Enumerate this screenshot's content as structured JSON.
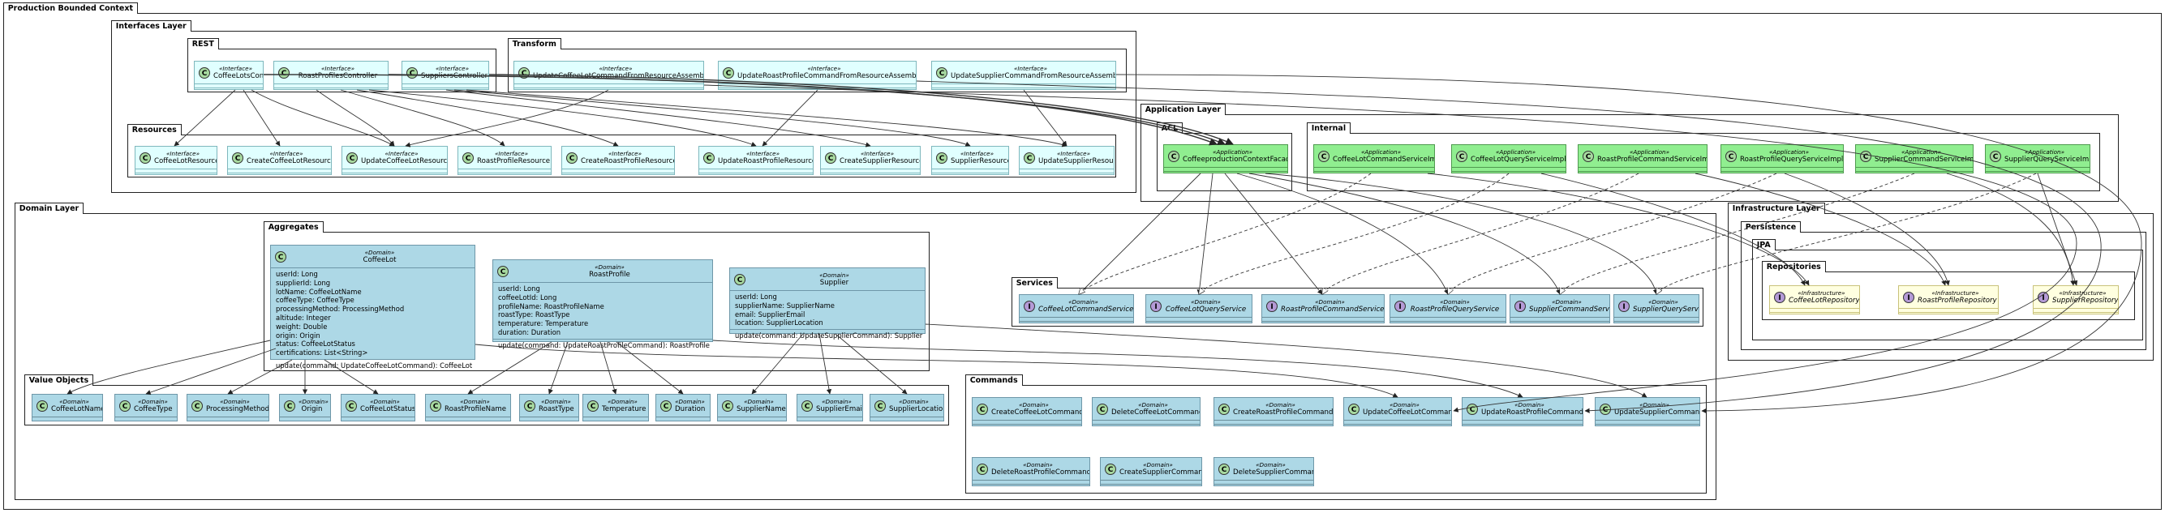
{
  "packages": {
    "root": "Production Bounded Context",
    "interfaces": "Interfaces Layer",
    "rest": "REST",
    "transform": "Transform",
    "resources": "Resources",
    "application": "Application Layer",
    "acl": "ACL",
    "internal": "Internal",
    "domain": "Domain Layer",
    "aggregates": "Aggregates",
    "services": "Services",
    "value_objects": "Value Objects",
    "commands": "Commands",
    "infrastructure": "Infrastructure Layer",
    "persistence": "Persistence",
    "jpa": "JPA",
    "repositories": "Repositories"
  },
  "stereotypes": {
    "interface": "«Interface»",
    "application": "«Application»",
    "domain": "«Domain»",
    "infrastructure": "«Infrastructure»"
  },
  "icons": {
    "class": "class-icon",
    "interface": "interface-icon",
    "class_letter": "C",
    "interface_letter": "I"
  },
  "colors": {
    "interface_fill": "#e0ffff",
    "application_fill": "#90ee90",
    "domain_fill": "#add8e6",
    "infrastructure_fill": "#ffffe0"
  },
  "rest": [
    "CoffeeLotsController",
    "RoastProfilesController",
    "SuppliersController"
  ],
  "transform": [
    "UpdateCoffeeLotCommandFromResourceAssembler",
    "UpdateRoastProfileCommandFromResourceAssembler",
    "UpdateSupplierCommandFromResourceAssembler"
  ],
  "resources": [
    "CoffeeLotResource",
    "CreateCoffeeLotResource",
    "UpdateCoffeeLotResource",
    "RoastProfileResource",
    "CreateRoastProfileResource",
    "UpdateRoastProfileResource",
    "CreateSupplierResource",
    "SupplierResource",
    "UpdateSupplierResource"
  ],
  "acl": [
    "CoffeeproductionContextFacade"
  ],
  "internal": [
    "CoffeeLotCommandServiceImpl",
    "CoffeeLotQueryServiceImpl",
    "RoastProfileCommandServiceImpl",
    "RoastProfileQueryServiceImpl",
    "SupplierCommandServiceImpl",
    "SupplierQueryServiceImpl"
  ],
  "aggregates": [
    {
      "name": "CoffeeLot",
      "attributes": [
        "userId: Long",
        "supplierId: Long",
        "lotName: CoffeeLotName",
        "coffeeType: CoffeeType",
        "processingMethod: ProcessingMethod",
        "altitude: Integer",
        "weight: Double",
        "origin: Origin",
        "status: CoffeeLotStatus",
        "certifications: List<String>"
      ],
      "operations": [
        "update(command: UpdateCoffeeLotCommand): CoffeeLot"
      ]
    },
    {
      "name": "RoastProfile",
      "attributes": [
        "userId: Long",
        "coffeeLotId: Long",
        "profileName: RoastProfileName",
        "roastType: RoastType",
        "temperature: Temperature",
        "duration: Duration"
      ],
      "operations": [
        "update(command: UpdateRoastProfileCommand): RoastProfile"
      ]
    },
    {
      "name": "Supplier",
      "attributes": [
        "userId: Long",
        "supplierName: SupplierName",
        "email: SupplierEmail",
        "location: SupplierLocation"
      ],
      "operations": [
        "update(command: UpdateSupplierCommand): Supplier"
      ]
    }
  ],
  "services": [
    "CoffeeLotCommandService",
    "CoffeeLotQueryService",
    "RoastProfileCommandService",
    "RoastProfileQueryService",
    "SupplierCommandService",
    "SupplierQueryService"
  ],
  "value_objects": [
    "CoffeeLotName",
    "CoffeeType",
    "ProcessingMethod",
    "Origin",
    "CoffeeLotStatus",
    "RoastProfileName",
    "RoastType",
    "Temperature",
    "Duration",
    "SupplierName",
    "SupplierEmail",
    "SupplierLocation"
  ],
  "commands": [
    "CreateCoffeeLotCommand",
    "DeleteCoffeeLotCommand",
    "CreateRoastProfileCommand",
    "UpdateCoffeeLotCommand",
    "UpdateRoastProfileCommand",
    "UpdateSupplierCommand",
    "DeleteRoastProfileCommand",
    "CreateSupplierCommand",
    "DeleteSupplierCommand"
  ],
  "repositories": [
    "CoffeeLotRepository",
    "RoastProfileRepository",
    "SupplierRepository"
  ]
}
